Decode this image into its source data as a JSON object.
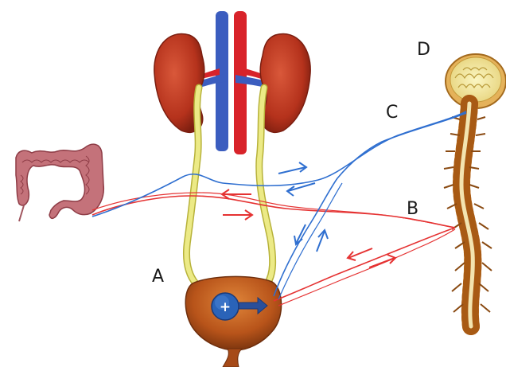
{
  "labels": {
    "a": "A",
    "b": "B",
    "c": "C",
    "d": "D"
  },
  "receptor_symbol": "+",
  "colors": {
    "artery": "#d8232a",
    "vein": "#3b5dbf",
    "kidney": "#b8361e",
    "ureter": "#e8e57a",
    "bladder": "#c0561a",
    "colon": "#c4727a",
    "spine": "#e09a3c",
    "nerve_red": "#e53232",
    "nerve_blue": "#2f6fd0",
    "receptor": "#2a63b8"
  },
  "icons": {
    "kidneys": "kidney-icon",
    "bladder": "bladder-icon",
    "colon": "colon-icon",
    "spinal_cord": "spinal-cord-icon"
  }
}
